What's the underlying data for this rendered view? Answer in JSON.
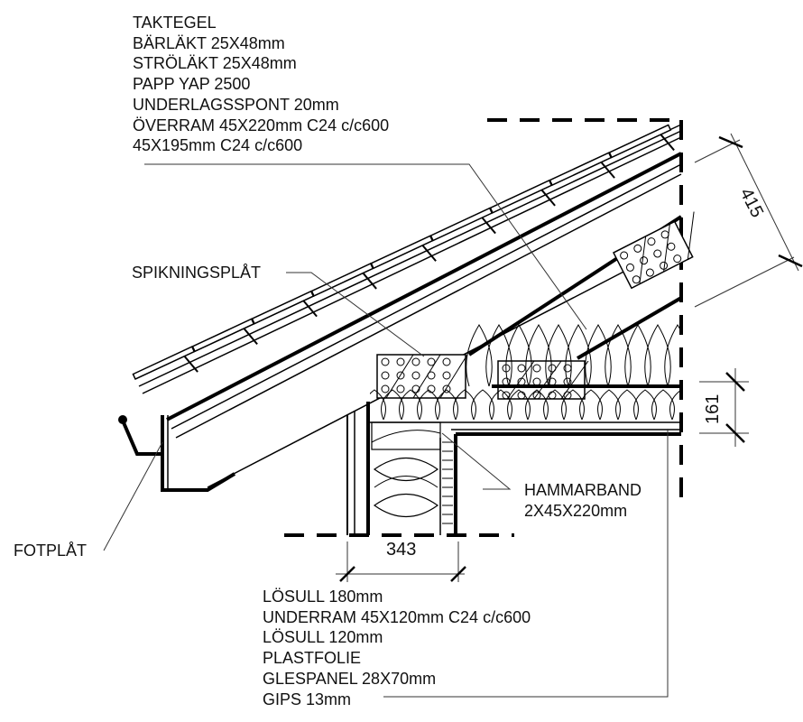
{
  "drawing": {
    "title": "Roof eave construction detail",
    "labels": {
      "roof_layers": [
        "TAKTEGEL",
        "BÄRLÄKT 25X48mm",
        "STRÖLÄKT 25X48mm",
        "PAPP YAP 2500",
        "UNDERLAGSSPONT 20mm",
        "ÖVERRAM 45X220mm C24 c/c600",
        "45X195mm C24 c/c600"
      ],
      "nail_plate": "SPIKNINGSPLÅT",
      "eave_plate": "FOTPLÅT",
      "top_plate": [
        "HAMMARBAND",
        "2X45X220mm"
      ],
      "ceiling_layers": [
        "LÖSULL 180mm",
        "UNDERRAM 45X120mm C24 c/c600",
        "LÖSULL 120mm",
        "PLASTFOLIE",
        "GLESPANEL 28X70mm",
        "GIPS 13mm"
      ]
    },
    "dimensions": {
      "rafter_depth": "415",
      "ceiling_height": "161",
      "wall_width": "343"
    }
  }
}
